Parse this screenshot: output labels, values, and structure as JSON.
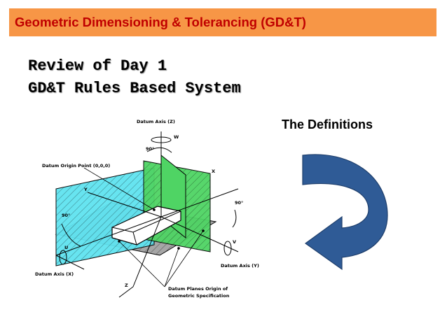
{
  "header": {
    "title": "Geometric Dimensioning & Tolerancing (GD&T)"
  },
  "heading": {
    "line1": "Review of Day 1",
    "line2": "GD&T Rules Based System"
  },
  "side_label": "The Definitions",
  "diagram": {
    "labels": {
      "datum_axis_z": "Datum Axis (Z)",
      "w": "W",
      "angle_top": "90°",
      "origin_point": "Datum Origin Point (0,0,0)",
      "x_top": "X",
      "y_left": "Y",
      "angle_left": "90°",
      "angle_right": "90°",
      "v": "V",
      "u": "U",
      "datum_axis_y": "Datum Axis (Y)",
      "datum_axis_x": "Datum Axis (X)",
      "z_bottom": "Z",
      "planes_line1": "Datum Planes Origin of",
      "planes_line2": "Geometric Specification"
    },
    "colors": {
      "cyan_plane": "#5fe3f0",
      "green_plane": "#4fd464",
      "gray_plane": "#a6a6a6"
    }
  },
  "arrow": {
    "icon": "curved-down-arrow-icon",
    "fill": "#2f5b96"
  }
}
